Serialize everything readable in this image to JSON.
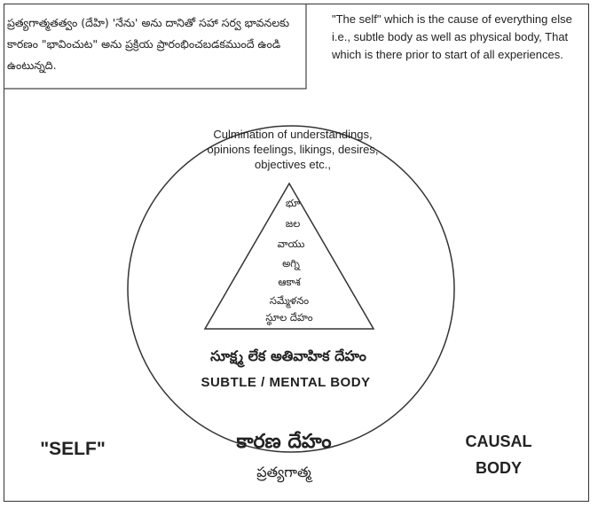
{
  "top_left_telugu": "ప్రత్యగాత్మతత్వం (దేహి) 'నేను' అను దానితో సహా సర్వ భావనలకు కారణం \"భావించుట\" అను ప్రక్రియ ప్రారంభించబడకముందే ఉండి ఉంటున్నది.",
  "top_right_english": "\"The self\" which is the cause of everything else i.e., subtle body as well as physical body, That which is there prior to start of all experiences.",
  "circle_caption": "Culmination of understandings, opinions feelings, likings, desires, objectives etc.,",
  "triangle_elements": [
    "భూ",
    "జల",
    "వాయు",
    "అగ్ని",
    "ఆకాశ",
    "సమ్మేళనం",
    "స్థూల దేహం"
  ],
  "subtle_telugu": "సూక్ష్మ లేక అతివాహిక దేహం",
  "subtle_english": "SUBTLE / MENTAL BODY",
  "self_label": "\"SELF\"",
  "karana_deham": "కారణ దేహం",
  "pratyagatma": "ప్రత్యగాత్మ",
  "causal_line1": "CAUSAL",
  "causal_line2": "BODY"
}
